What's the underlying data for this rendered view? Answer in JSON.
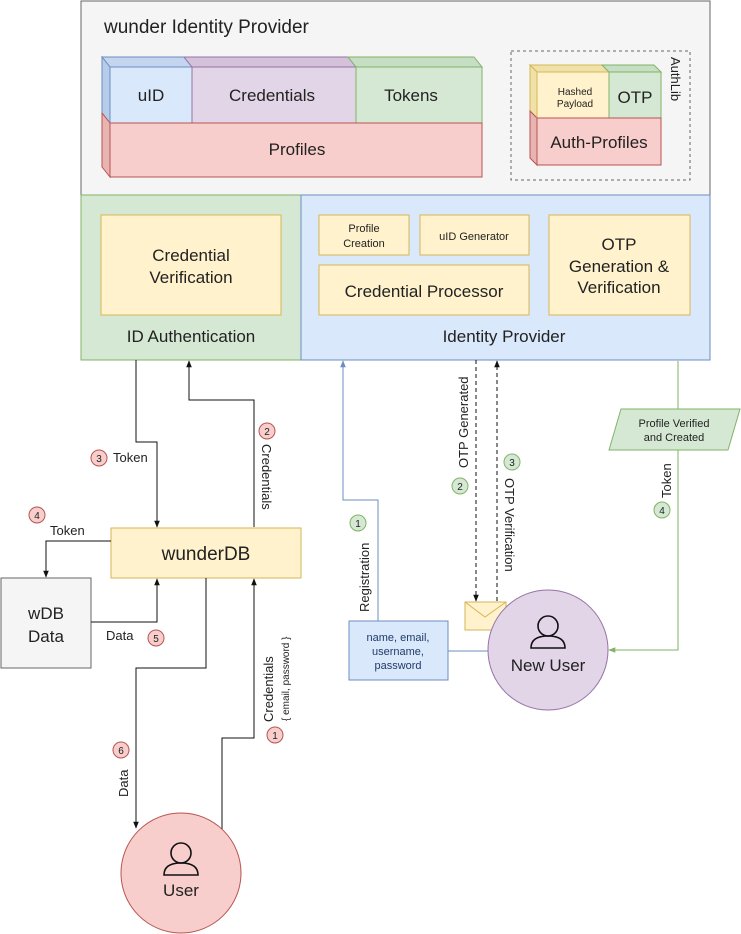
{
  "provider": {
    "title": "wunder Identity Provider",
    "store": {
      "uid": "uID",
      "credentials": "Credentials",
      "tokens": "Tokens",
      "profiles": "Profiles"
    },
    "authlib": {
      "label": "AuthLib",
      "hashed_payload_line1": "Hashed",
      "hashed_payload_line2": "Payload",
      "otp": "OTP",
      "auth_profiles": "Auth-Profiles"
    }
  },
  "id_auth": {
    "label": "ID Authentication",
    "credential_verification_line1": "Credential",
    "credential_verification_line2": "Verification"
  },
  "identity_provider": {
    "label": "Identity Provider",
    "profile_creation_line1": "Profile",
    "profile_creation_line2": "Creation",
    "uid_generator": "uID Generator",
    "credential_processor": "Credential Processor",
    "otp_line1": "OTP",
    "otp_line2": "Generation &",
    "otp_line3": "Verification"
  },
  "wunderdb": "wunderDB",
  "wdb_data_line1": "wDB",
  "wdb_data_line2": "Data",
  "registration_box": {
    "line1": "name, email,",
    "line2": "username,",
    "line3": "password"
  },
  "actors": {
    "user": "User",
    "new_user": "New User"
  },
  "profile_verified": {
    "line1": "Profile Verified",
    "line2": "and Created"
  },
  "flows": {
    "token_3": "Token",
    "credentials_2": "Credentials",
    "token_4": "Token",
    "data_5": "Data",
    "data_6": "Data",
    "credentials_1": "Credentials",
    "credentials_1_sub": "{ email, password }",
    "registration_1": "Registration",
    "otp_generated_2": "OTP Generated",
    "otp_verification_3": "OTP Verification",
    "token_green_4": "Token"
  },
  "badges": {
    "red": [
      "1",
      "2",
      "3",
      "4",
      "5",
      "6"
    ],
    "green": [
      "1",
      "2",
      "3",
      "4"
    ]
  },
  "colors": {
    "provider_bg": "#f5f5f5",
    "green_fill": "#d5e8d4",
    "green_stroke": "#82b366",
    "blue_fill": "#dae8fc",
    "blue_stroke": "#6c8ebf",
    "purple_fill": "#e1d5e7",
    "purple_stroke": "#9673a6",
    "red_fill": "#f8cecc",
    "red_stroke": "#b85450",
    "yellow_fill": "#fff2cc",
    "yellow_stroke": "#d6b656"
  }
}
